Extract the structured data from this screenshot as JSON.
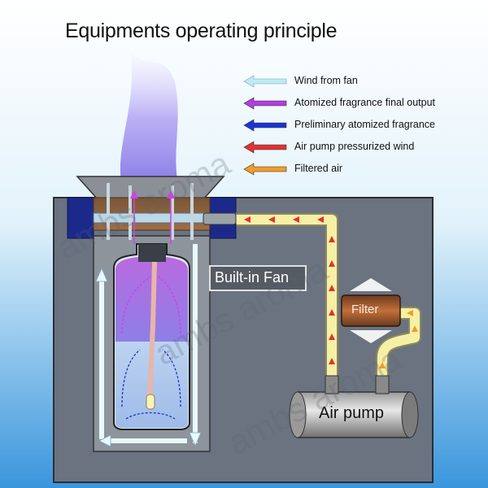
{
  "title": "Equipments operating  principle",
  "legend": [
    {
      "label": "Wind from fan",
      "color": "#bfe9f3",
      "icon": "arrow-left-icon"
    },
    {
      "label": "Atomized fragrance final output",
      "color": "#b23de0",
      "icon": "arrow-left-icon"
    },
    {
      "label": "Preliminary atomized fragrance",
      "color": "#1a34d6",
      "icon": "arrow-left-icon"
    },
    {
      "label": "Air pump pressurized  wind",
      "color": "#e23232",
      "icon": "arrow-left-icon"
    },
    {
      "label": "Filtered air",
      "color": "#f39a2a",
      "icon": "arrow-left-icon"
    }
  ],
  "components": {
    "fan_label": "Built-in Fan",
    "filter_label": "Filter",
    "pump_label": "Air pump"
  },
  "watermark": "ambs aroma",
  "colors": {
    "housing": "#6b7380",
    "tube": "#f6f0a6",
    "mist": "#8a78e8",
    "background_top": "#ffffff",
    "background_bottom": "#2f8fd8"
  }
}
